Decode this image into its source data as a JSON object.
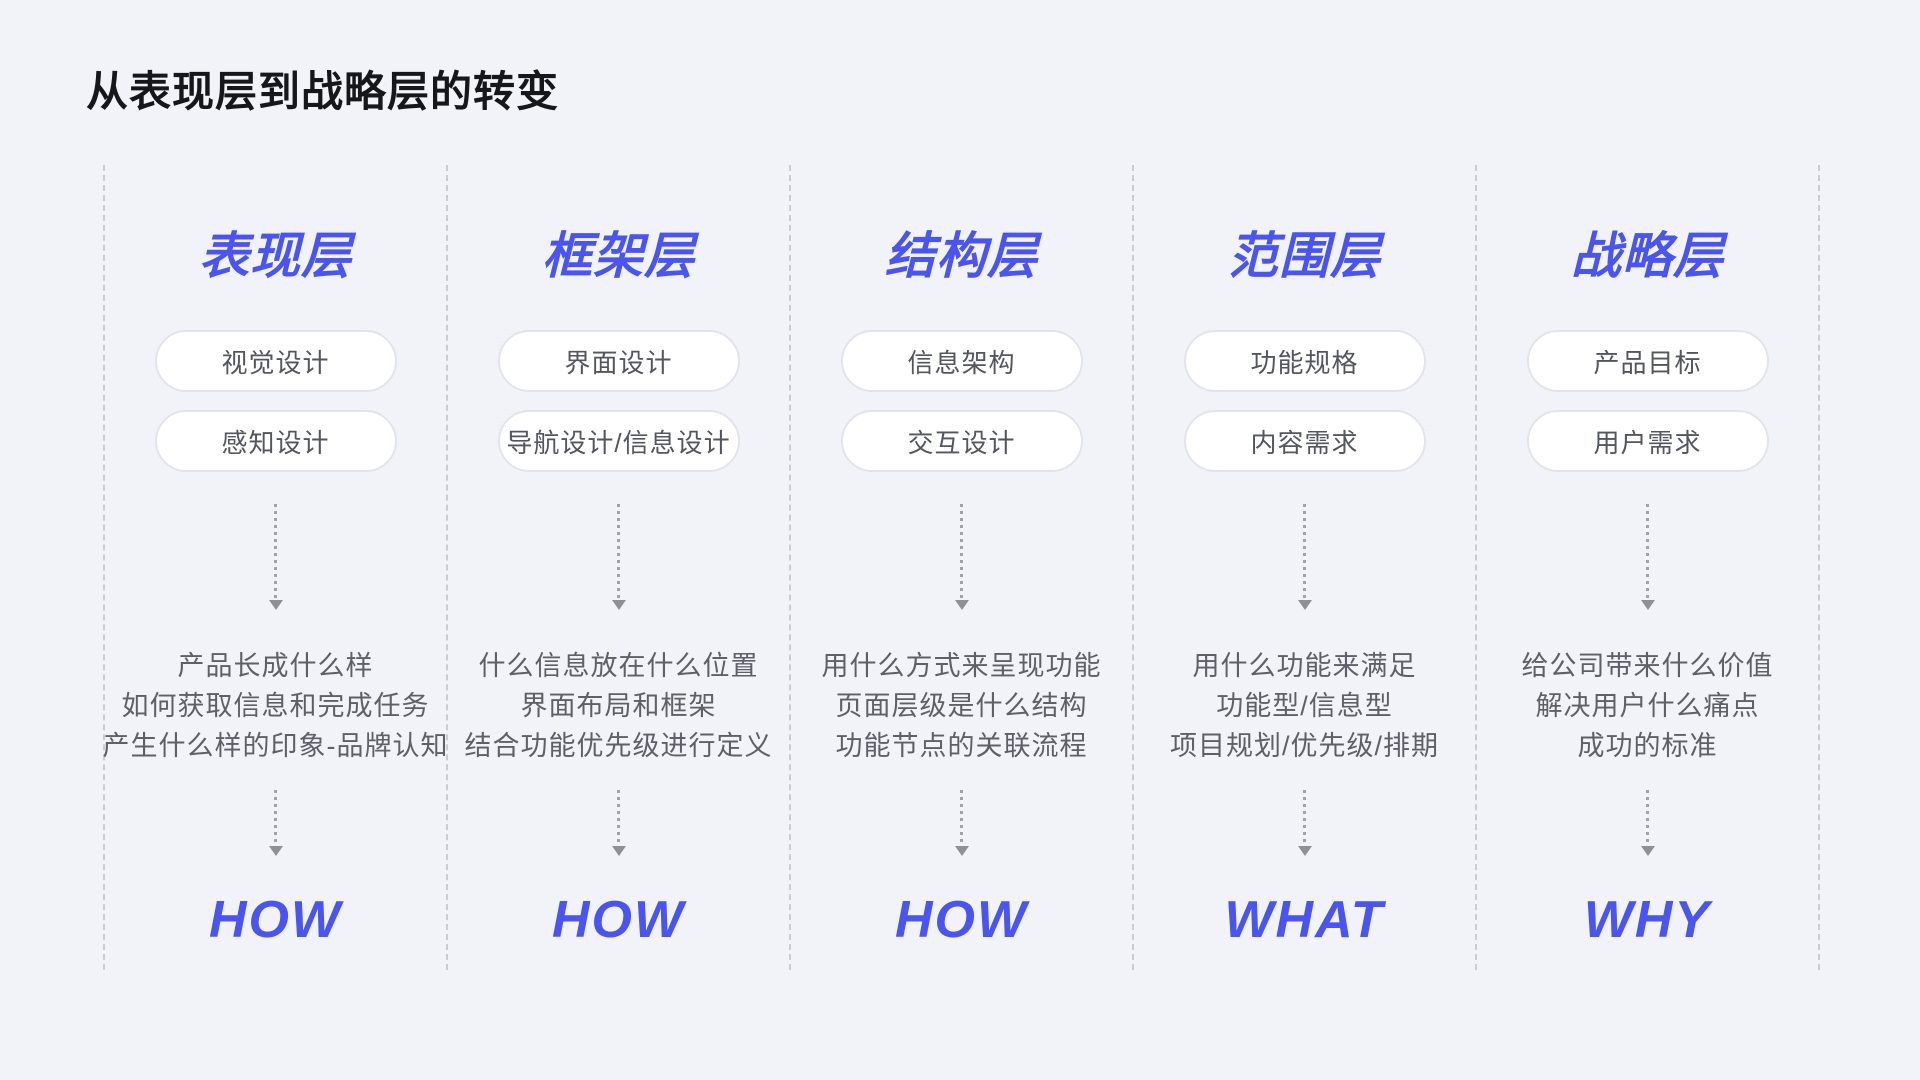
{
  "page": {
    "title": "从表现层到战略层的转变",
    "background_color": "#F1F3F8",
    "accent_color": "#4A54F1",
    "divider_color": "#C9CCD3",
    "pill_border_color": "#E3E4E9",
    "text_color": "#5E6067"
  },
  "columns": [
    {
      "heading": "表现层",
      "pills": [
        "视觉设计",
        "感知设计"
      ],
      "description": [
        "产品长成什么样",
        "如何获取信息和完成任务",
        "产生什么样的印象-品牌认知"
      ],
      "keyword": "HOW"
    },
    {
      "heading": "框架层",
      "pills": [
        "界面设计",
        "导航设计/信息设计"
      ],
      "description": [
        "什么信息放在什么位置",
        "界面布局和框架",
        "结合功能优先级进行定义"
      ],
      "keyword": "HOW"
    },
    {
      "heading": "结构层",
      "pills": [
        "信息架构",
        "交互设计"
      ],
      "description": [
        "用什么方式来呈现功能",
        "页面层级是什么结构",
        "功能节点的关联流程"
      ],
      "keyword": "HOW"
    },
    {
      "heading": "范围层",
      "pills": [
        "功能规格",
        "内容需求"
      ],
      "description": [
        "用什么功能来满足",
        "功能型/信息型",
        "项目规划/优先级/排期"
      ],
      "keyword": "WHAT"
    },
    {
      "heading": "战略层",
      "pills": [
        "产品目标",
        "用户需求"
      ],
      "description": [
        "给公司带来什么价值",
        "解决用户什么痛点",
        "成功的标准"
      ],
      "keyword": "WHY"
    }
  ]
}
